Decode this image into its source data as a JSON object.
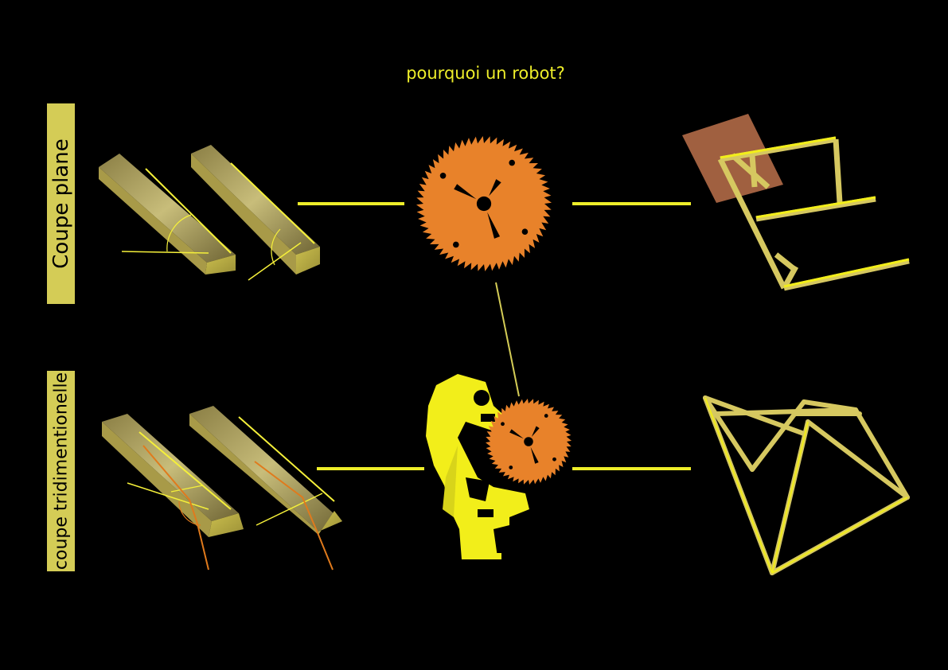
{
  "title": "pourquoi un robot?",
  "rows": [
    {
      "label": "Coupe plane"
    },
    {
      "label": "coupe tridimentionelle"
    }
  ],
  "colors": {
    "background": "#000000",
    "accent": "#eeee2a",
    "label_bg": "#d4cc56",
    "saw": "#e8822a",
    "robot": "#f2ee1a",
    "wood": "#b8ac5a",
    "cut_line": "#e07a1c",
    "plane": "#a06040"
  },
  "icons": [
    "saw-blade-icon",
    "robot-arm-icon"
  ]
}
